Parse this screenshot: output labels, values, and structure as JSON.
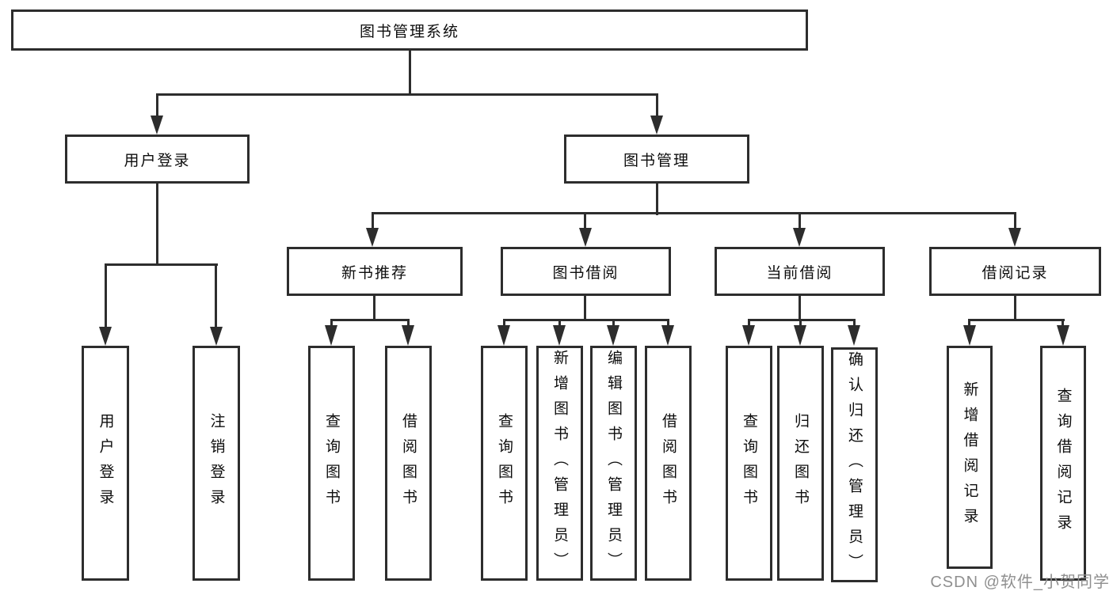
{
  "colors": {
    "line": "#2d2d2d",
    "text": "#0d0d0d",
    "background": "#ffffff",
    "watermark": "#8f8f8f"
  },
  "diagram": {
    "root": {
      "label": "图书管理系统"
    },
    "branches": [
      {
        "label": "用户登录",
        "children": [
          {
            "label": "用户登录"
          },
          {
            "label": "注销登录"
          }
        ]
      },
      {
        "label": "图书管理",
        "children": [
          {
            "label": "新书推荐",
            "children": [
              {
                "label": "查询图书"
              },
              {
                "label": "借阅图书"
              }
            ]
          },
          {
            "label": "图书借阅",
            "children": [
              {
                "label": "查询图书"
              },
              {
                "label": "新增图书（管理员）"
              },
              {
                "label": "编辑图书（管理员）"
              },
              {
                "label": "借阅图书"
              }
            ]
          },
          {
            "label": "当前借阅",
            "children": [
              {
                "label": "查询图书"
              },
              {
                "label": "归还图书"
              },
              {
                "label": "确认归还（管理员）"
              }
            ]
          },
          {
            "label": "借阅记录",
            "children": [
              {
                "label": "新增借阅记录"
              },
              {
                "label": "查询借阅记录"
              }
            ]
          }
        ]
      }
    ]
  },
  "watermark": "CSDN @软件_小贺同学"
}
